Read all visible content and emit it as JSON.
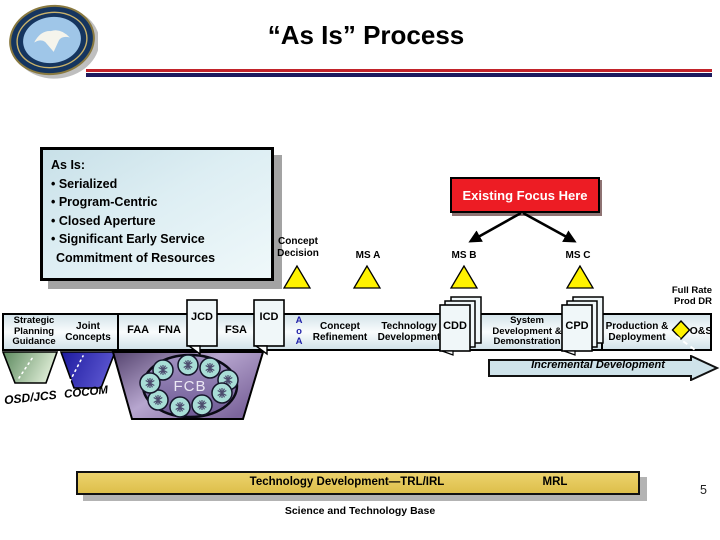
{
  "slide": {
    "title": "“As Is” Process",
    "page_number": "5"
  },
  "as_is_box": {
    "lines": [
      "As Is:",
      "• Serialized",
      "• Program-Centric",
      "• Closed Aperture",
      "• Significant Early Service",
      "Commitment of Resources"
    ]
  },
  "callout": {
    "label": "Existing Focus Here"
  },
  "milestones": {
    "concept_decision": "Concept\nDecision",
    "ms_a": "MS A",
    "ms_b": "MS B",
    "ms_c": "MS C",
    "full_rate": "Full Rate\nProd DR"
  },
  "process_bar": {
    "strategic": "Strategic\nPlanning\nGuidance",
    "joint": "Joint\nConcepts",
    "faa_fna": "FAA   FNA",
    "fsa": "FSA",
    "aoa": "A\no\nA",
    "concept_refinement": "Concept\nRefinement",
    "technology_development": "Technology\nDevelopment",
    "sdd": "System\nDevelopment &\nDemonstration",
    "production": "Production &\nDeployment",
    "os": "O&S"
  },
  "documents": {
    "jcd": "JCD",
    "icd": "ICD",
    "cdd": "CDD",
    "cpd": "CPD"
  },
  "organizations": {
    "osd_jcs": "OSD/JCS",
    "cocom": "COCOM",
    "fcb": "FCB"
  },
  "incremental": {
    "label": "Incremental Development"
  },
  "bottom_bar": {
    "left": "Technology Development—TRL/IRL",
    "right": "MRL"
  },
  "foundation": {
    "label": "Science and Technology Base"
  },
  "colors": {
    "callout_red": "#ed1c24",
    "milestone_yellow": "#fff200",
    "bottom_bar_gold": "#e2c554",
    "rule_red": "#c2232a",
    "rule_navy": "#1c1a5e"
  }
}
